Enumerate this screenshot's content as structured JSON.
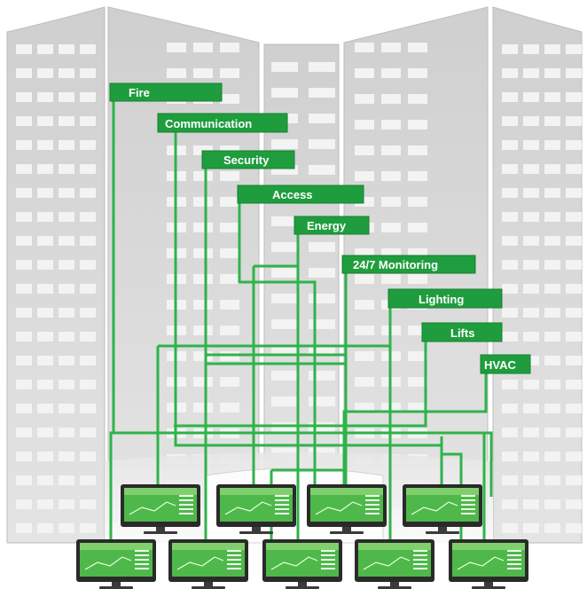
{
  "diagram": {
    "systems": [
      {
        "id": "fire",
        "label": "Fire"
      },
      {
        "id": "communication",
        "label": "Communication"
      },
      {
        "id": "security",
        "label": "Security"
      },
      {
        "id": "access",
        "label": "Access"
      },
      {
        "id": "energy",
        "label": "Energy"
      },
      {
        "id": "monitoring",
        "label": "24/7 Monitoring"
      },
      {
        "id": "lighting",
        "label": "Lighting"
      },
      {
        "id": "lifts",
        "label": "Lifts"
      },
      {
        "id": "hvac",
        "label": "HVAC"
      }
    ],
    "monitors": {
      "back_row": 4,
      "front_row": 5
    },
    "colors": {
      "accent": "#2fb34a",
      "label_bg": "#1f9d3e",
      "building": "#d4d4d4",
      "building_edge": "#bdbdbd",
      "window": "#f2f2f2",
      "screen": "#4fb84a",
      "monitor_frame": "#2a2a2a"
    }
  }
}
